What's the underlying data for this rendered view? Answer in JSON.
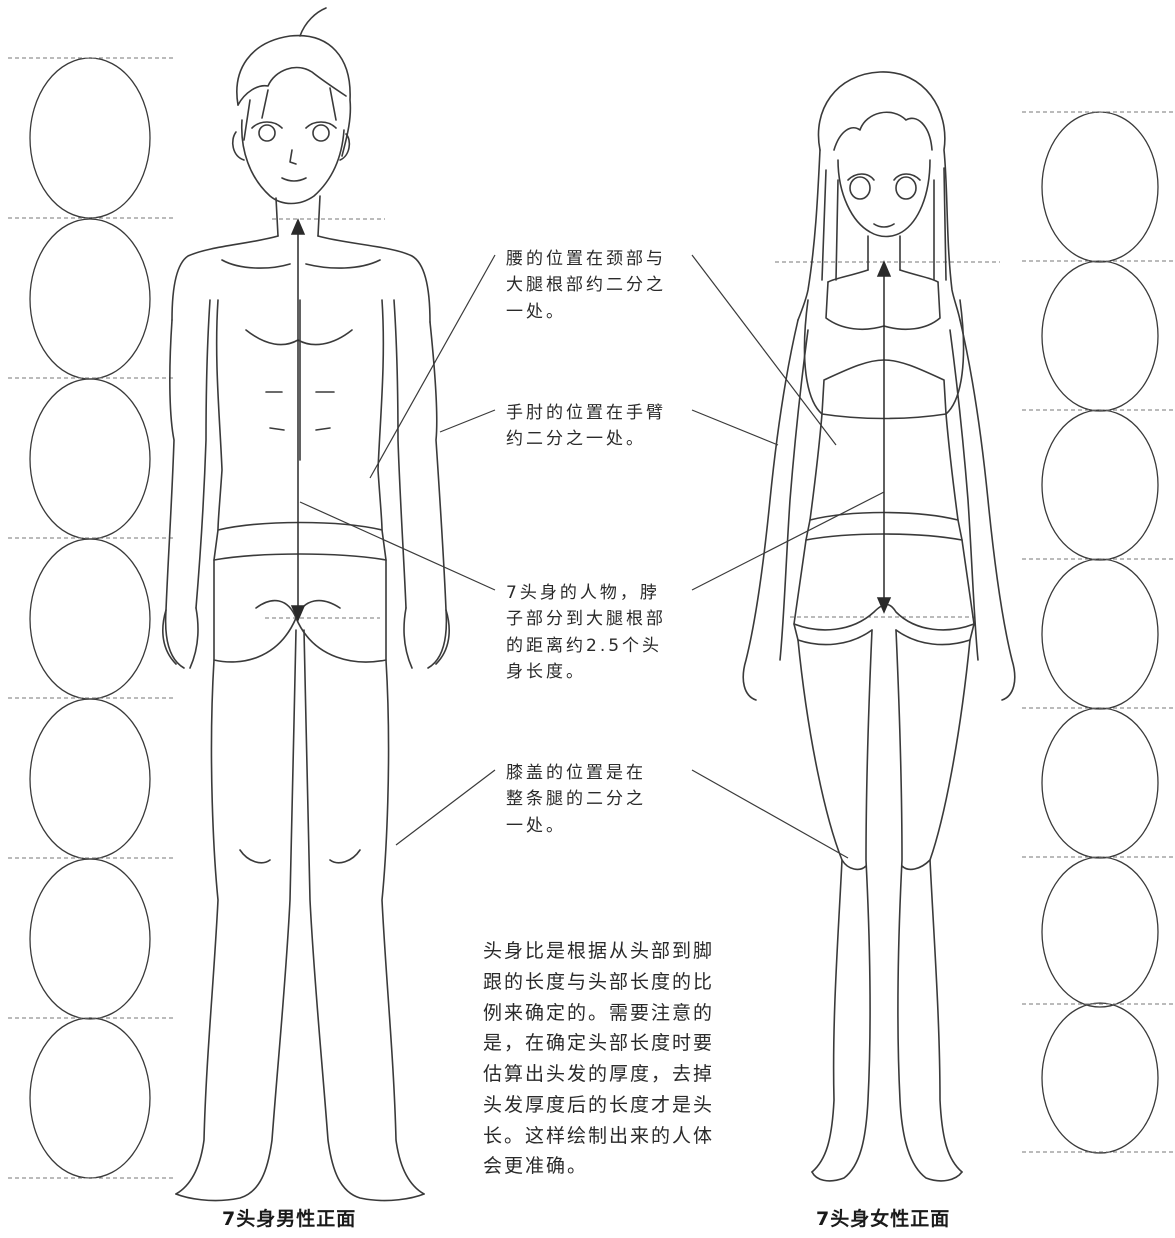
{
  "annotations": {
    "waist": "腰的位置在颈部与\n大腿根部约二分之\n一处。",
    "elbow": "手肘的位置在手臂\n约二分之一处。",
    "torso_length": "7头身的人物，脖\n子部分到大腿根部\n的距离约2.5个头\n身长度。",
    "knee": "膝盖的位置是在\n整条腿的二分之\n一处。"
  },
  "summary": "头身比是根据从头部到脚\n跟的长度与头部长度的比\n例来确定的。需要注意的\n是，在确定头部长度时要\n估算出头发的厚度，去掉\n头发厚度后的长度才是头\n长。这样绘制出来的人体\n会更准确。",
  "captions": {
    "male": "7头身男性正面",
    "female": "7头身女性正面"
  },
  "colors": {
    "line": "#3a3a3a",
    "guide": "#777777",
    "paper": "#ffffff"
  },
  "head_units": {
    "male_count": 7,
    "female_count": 7
  }
}
